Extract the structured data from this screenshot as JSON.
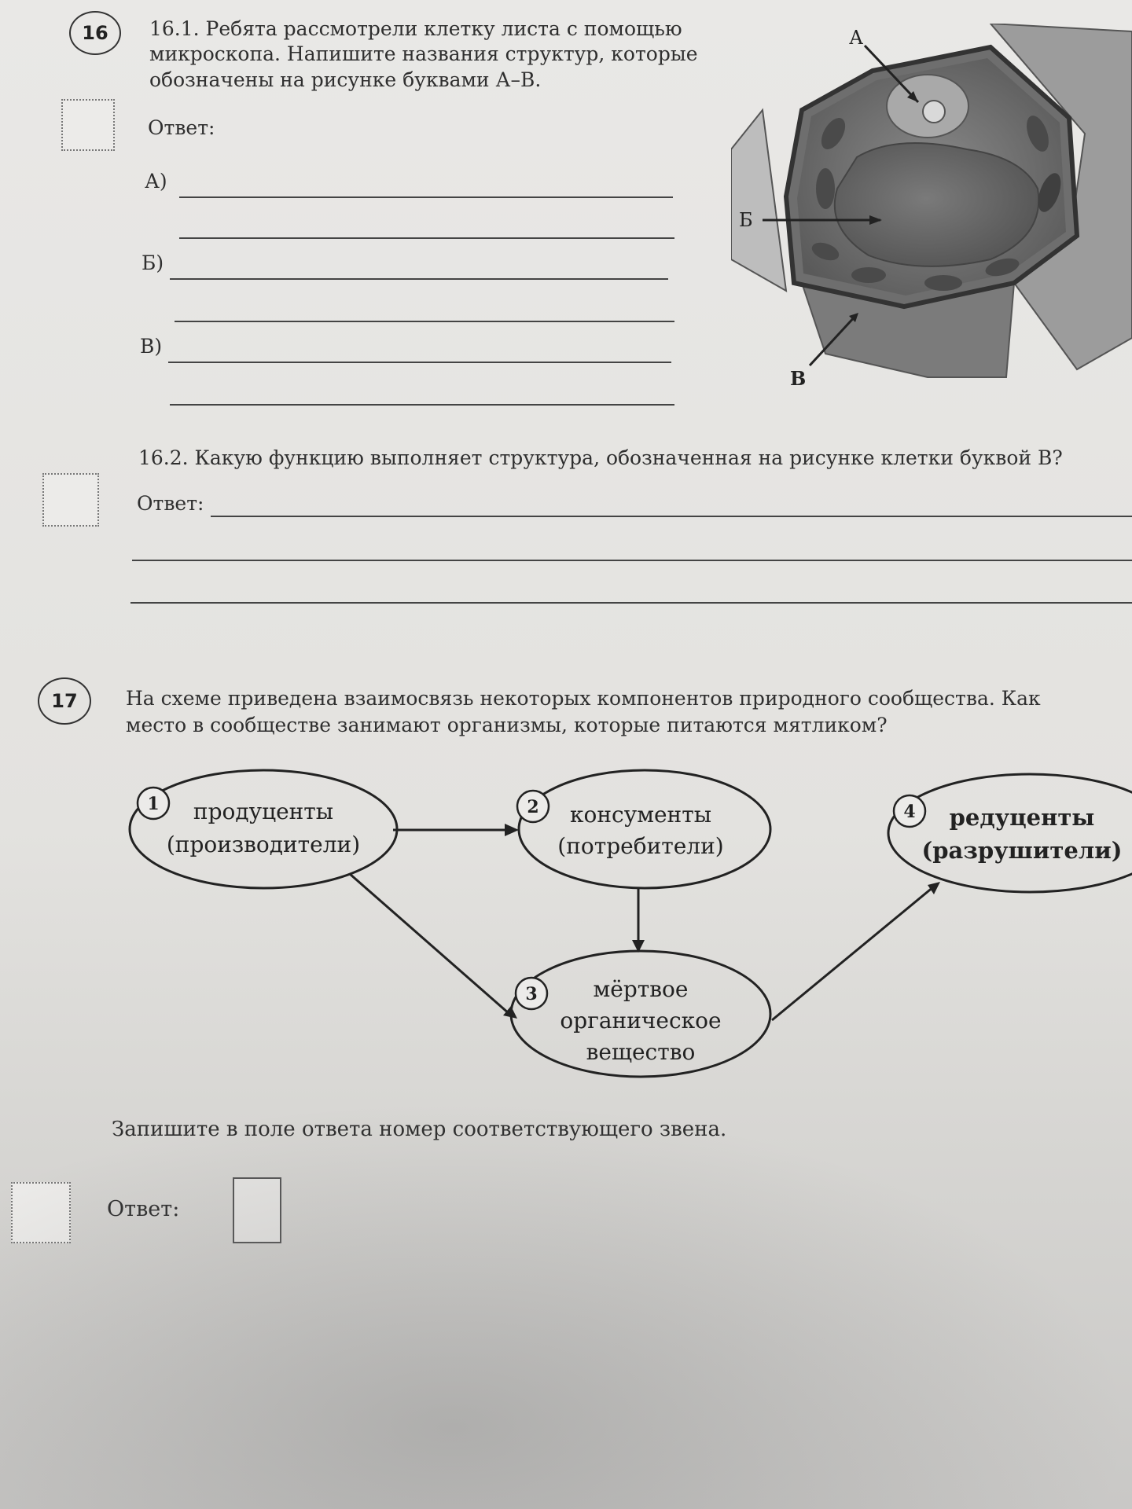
{
  "q16": {
    "number": "16",
    "text_lines": [
      "16.1. Ребята рассмотрели клетку листа с помощью",
      "микроскопа. Напишите названия структур, которые",
      "обозначены на рисунке буквами А–В."
    ],
    "answer_label": "Ответ:",
    "items": [
      "А)",
      "Б)",
      "В)"
    ],
    "figure_labels": {
      "a": "А",
      "b": "Б",
      "v": "В"
    },
    "q2_text": "16.2. Какую функцию выполняет структура, обозначенная на рисунке клетки буквой В?",
    "q2_answer_label": "Ответ:"
  },
  "q17": {
    "number": "17",
    "text_lines": [
      "На схеме приведена взаимосвязь некоторых компонентов природного сообщества. Как",
      "место в сообществе занимают организмы, которые питаются мятликом?"
    ],
    "nodes": [
      {
        "num": "1",
        "line1": "продуценты",
        "line2": "(производители)"
      },
      {
        "num": "2",
        "line1": "консументы",
        "line2": "(потребители)"
      },
      {
        "num": "3",
        "line1": "мёртвое",
        "line2": "органическое",
        "line3": "вещество"
      },
      {
        "num": "4",
        "line1": "редуценты",
        "line2": "(разрушители)"
      }
    ],
    "instruction": "Запишите в поле ответа номер соответствующего звена.",
    "answer_label": "Ответ:"
  }
}
